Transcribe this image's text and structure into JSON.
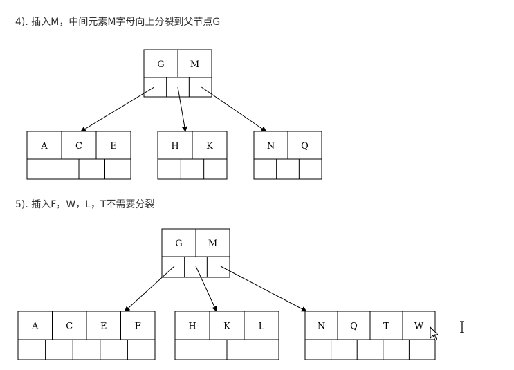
{
  "step4": {
    "title": "4). 插入M，中间元素M字母向上分裂到父节点G",
    "root": [
      "G",
      "M"
    ],
    "children": [
      [
        "A",
        "C",
        "E"
      ],
      [
        "H",
        "K"
      ],
      [
        "N",
        "Q"
      ]
    ]
  },
  "step5": {
    "title": "5). 插入F，W，L，T不需要分裂",
    "root": [
      "G",
      "M"
    ],
    "children": [
      [
        "A",
        "C",
        "E",
        "F"
      ],
      [
        "H",
        "K",
        "L"
      ],
      [
        "N",
        "Q",
        "T",
        "W"
      ]
    ]
  },
  "icons": {
    "mouse_pointer": "arrow-cursor-icon",
    "text_cursor": "ibeam-cursor-icon"
  },
  "colors": {
    "stroke": "#000000",
    "text": "#333333"
  }
}
